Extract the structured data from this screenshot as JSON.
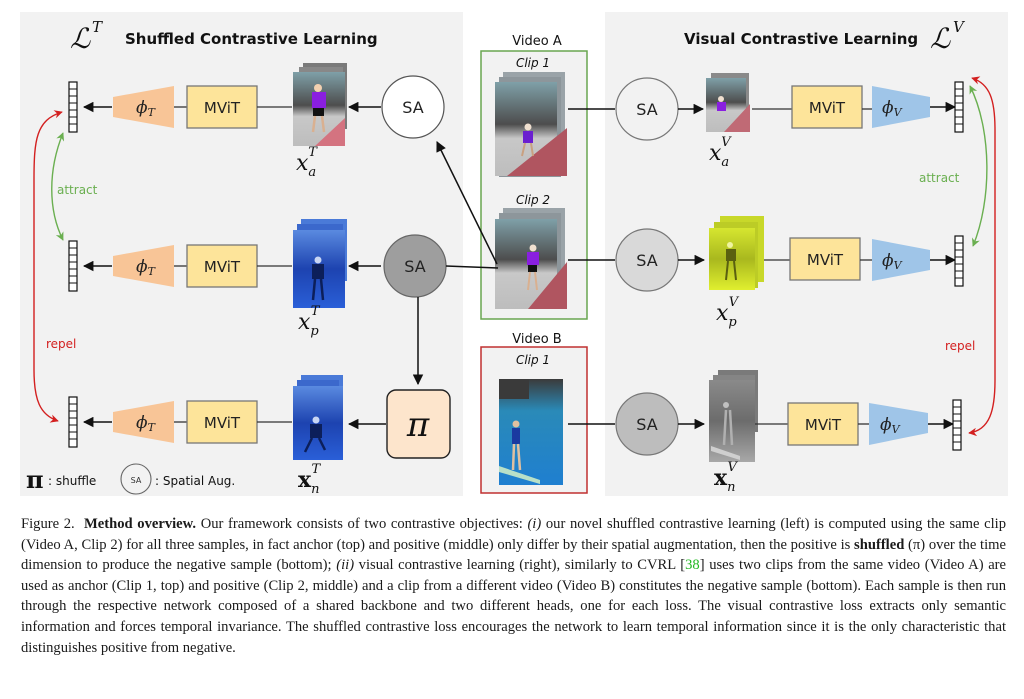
{
  "figure": {
    "left_panel": {
      "loss_symbol": "ℒ",
      "loss_superscript": "T",
      "title": "Shuffled Contrastive Learning",
      "rows": [
        {
          "head": "ϕ",
          "head_sub": "T",
          "backbone": "MViT",
          "sample_var": "x",
          "sample_sub": "a",
          "sample_sup": "T",
          "aug": "SA"
        },
        {
          "head": "ϕ",
          "head_sub": "T",
          "backbone": "MViT",
          "sample_var": "x",
          "sample_sub": "p",
          "sample_sup": "T",
          "aug": "SA"
        },
        {
          "head": "ϕ",
          "head_sub": "T",
          "backbone": "MViT",
          "sample_var": "x",
          "sample_sub": "n",
          "sample_sup": "T",
          "aug": "π"
        }
      ],
      "attract_label": "attract",
      "repel_label": "repel",
      "legend": {
        "shuffle_symbol": "π",
        "shuffle_label": ": shuffle",
        "sa_symbol": "SA",
        "sa_label": ": Spatial Aug."
      }
    },
    "center": {
      "video_a": {
        "label": "Video A",
        "clips": [
          "Clip 1",
          "Clip 2"
        ]
      },
      "video_b": {
        "label": "Video B",
        "clips": [
          "Clip 1"
        ]
      }
    },
    "right_panel": {
      "loss_symbol": "ℒ",
      "loss_superscript": "V",
      "title": "Visual Contrastive Learning",
      "rows": [
        {
          "aug": "SA",
          "sample_var": "x",
          "sample_sub": "a",
          "sample_sup": "V",
          "backbone": "MViT",
          "head": "ϕ",
          "head_sub": "V"
        },
        {
          "aug": "SA",
          "sample_var": "x",
          "sample_sub": "p",
          "sample_sup": "V",
          "backbone": "MViT",
          "head": "ϕ",
          "head_sub": "V"
        },
        {
          "aug": "SA",
          "sample_var": "x",
          "sample_sub": "n",
          "sample_sup": "V",
          "backbone": "MViT",
          "head": "ϕ",
          "head_sub": "V"
        }
      ],
      "attract_label": "attract",
      "repel_label": "repel"
    },
    "colors": {
      "panel_bg": "#f2f2f2",
      "mvit_fill": "#fde49a",
      "phi_t_fill": "#f8c597",
      "phi_v_fill": "#9fc5e8",
      "pi_fill": "#fde5cc",
      "attract": "#6aaf50",
      "repel": "#d32020",
      "video_a_border": "#69a550",
      "video_b_border": "#c03030",
      "sa_white": "#ffffff",
      "sa_dark": "#9e9e9e",
      "sa_light": "#d9d9d9",
      "sa_mid": "#bdbdbd"
    }
  },
  "caption": {
    "figure_label": "Figure 2.",
    "bold_title": "Method overview.",
    "part1": " Our framework consists of two contrastive objectives: ",
    "i_label": "(i)",
    "part2": " our novel shuffled contrastive learning (left) is computed using the same clip (Video A, Clip 2) for all three samples, in fact anchor (top) and positive (middle) only differ by their spatial augmentation, then the positive is ",
    "bold_shuffled": "shuffled",
    "part3": " (π) over the time dimension to produce the negative sample (bottom); ",
    "ii_label": "(ii)",
    "part4": " visual contrastive learning (right), similarly to CVRL [",
    "citation": "38",
    "part5": "] uses two clips from the same video (Video A) are used as anchor (Clip 1, top) and positive (Clip 2, middle) and a clip from a different video (Video B) constitutes the negative sample (bottom).  Each sample is then run through the respective network composed of a shared backbone and two different heads, one for each loss.  The visual contrastive loss extracts only semantic information and forces temporal invariance. The shuffled contrastive loss encourages the network to learn temporal information since it is the only characteristic that distinguishes positive from negative."
  }
}
